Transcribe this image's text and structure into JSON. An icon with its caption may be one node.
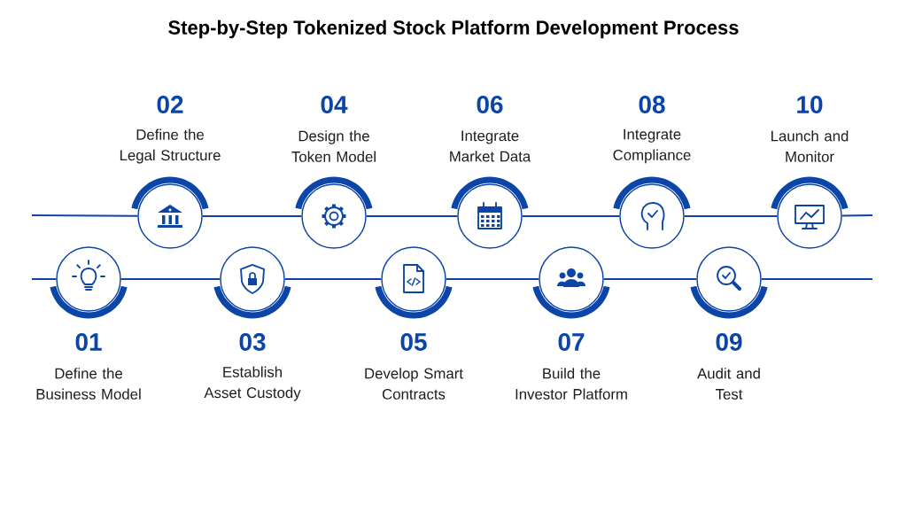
{
  "diagram": {
    "title": "Step-by-Step Tokenized Stock Platform Development Process",
    "nodes": [
      {
        "text": [
          "01",
          "Define the Business Model"
        ]
      },
      {
        "text": [
          "02",
          "Define the Legal Structure"
        ]
      },
      {
        "text": [
          "03",
          "Establish Asset Custody"
        ]
      },
      {
        "text": [
          "04",
          "Design the Token Model"
        ]
      },
      {
        "text": [
          "05",
          "Develop Smart Contracts"
        ]
      },
      {
        "text": [
          "06",
          "Integrate Market Data"
        ]
      },
      {
        "text": [
          "07",
          "Build the Investor Platform"
        ]
      },
      {
        "text": [
          "08",
          "Integrate Compliance"
        ]
      },
      {
        "text": [
          "09",
          "Audit and Test"
        ]
      },
      {
        "text": [
          "10",
          "Launch and Monitor"
        ]
      }
    ],
    "edges": [
      {
        "from": null,
        "to": 1,
        "arrow": "none"
      },
      {
        "from": 1,
        "to": 3,
        "arrow": "none"
      },
      {
        "from": 3,
        "to": 5,
        "arrow": "none"
      },
      {
        "from": 5,
        "to": 7,
        "arrow": "none"
      },
      {
        "from": 7,
        "to": 9,
        "arrow": "none"
      },
      {
        "from": 9,
        "to": null,
        "arrow": "none"
      },
      {
        "from": null,
        "to": 0,
        "arrow": "none"
      },
      {
        "from": 0,
        "to": 2,
        "arrow": "none"
      },
      {
        "from": 2,
        "to": 4,
        "arrow": "none"
      },
      {
        "from": 4,
        "to": 6,
        "arrow": "none"
      },
      {
        "from": 6,
        "to": 8,
        "arrow": "none"
      },
      {
        "from": 8,
        "to": null,
        "arrow": "none"
      }
    ]
  }
}
